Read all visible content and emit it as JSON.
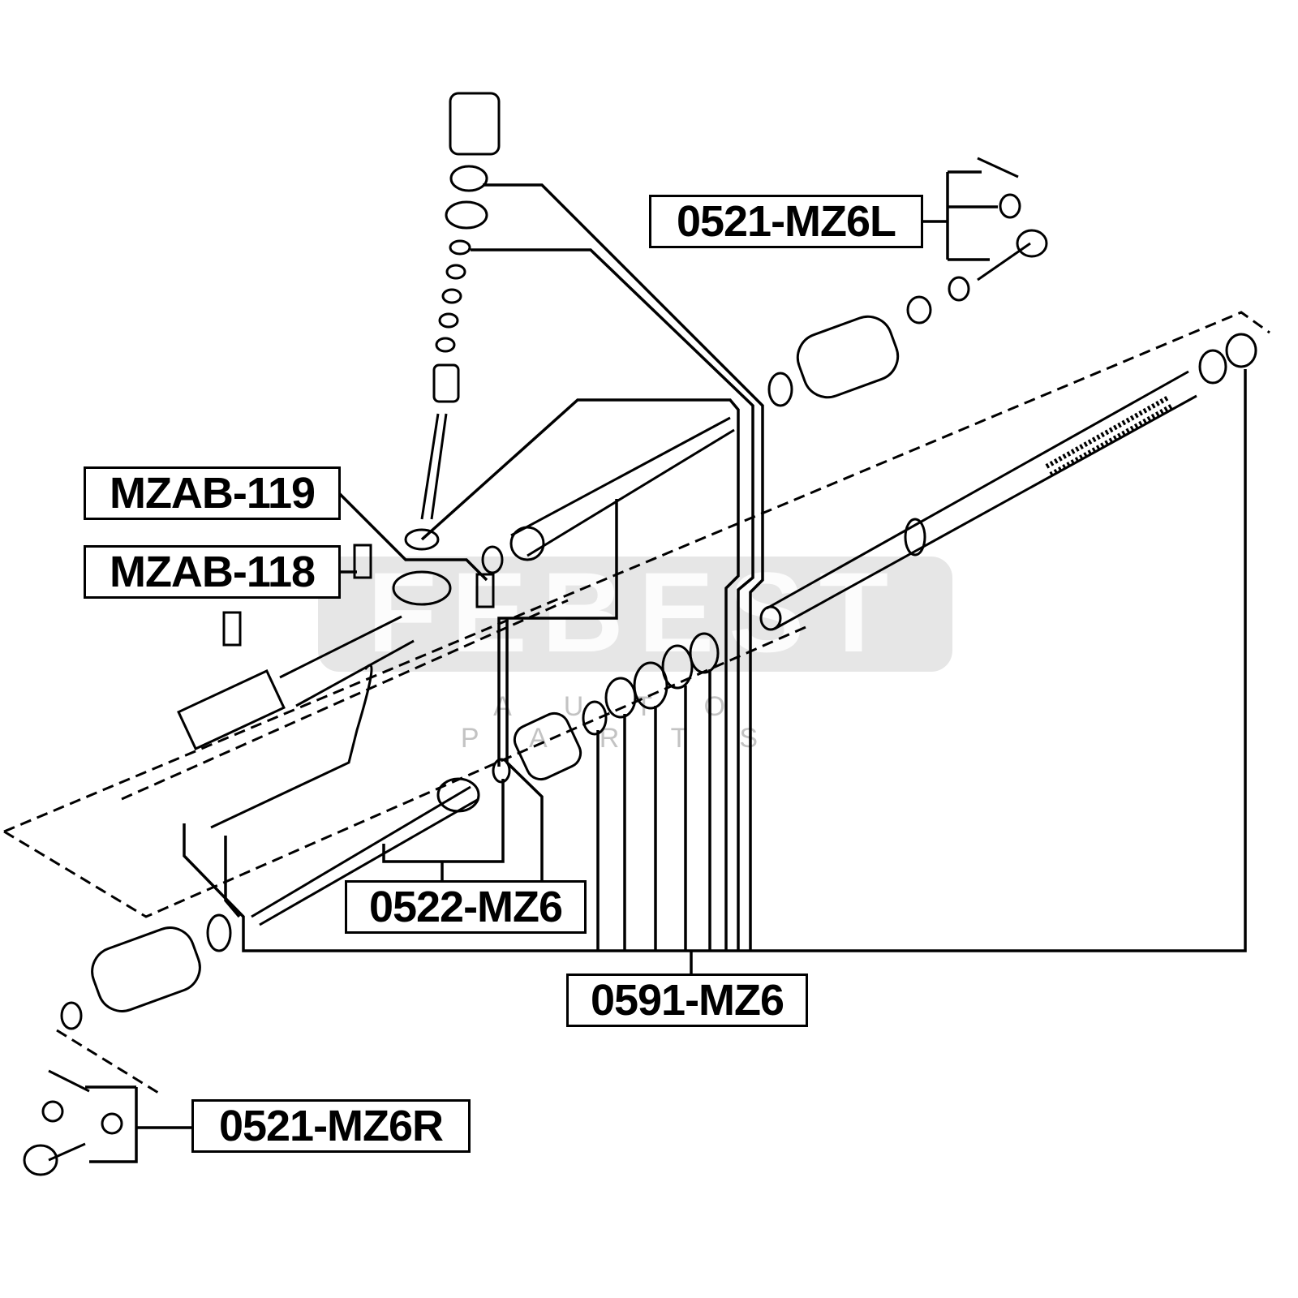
{
  "watermark": {
    "brand": "FEBEST",
    "tagline": "AUTO PARTS"
  },
  "labels": {
    "tie_rod_end_left": "0521-MZ6L",
    "bushing_119": "MZAB-119",
    "bushing_118": "MZAB-118",
    "tie_rod": "0522-MZ6",
    "repair_kit": "0591-MZ6",
    "tie_rod_end_right": "0521-MZ6R"
  }
}
